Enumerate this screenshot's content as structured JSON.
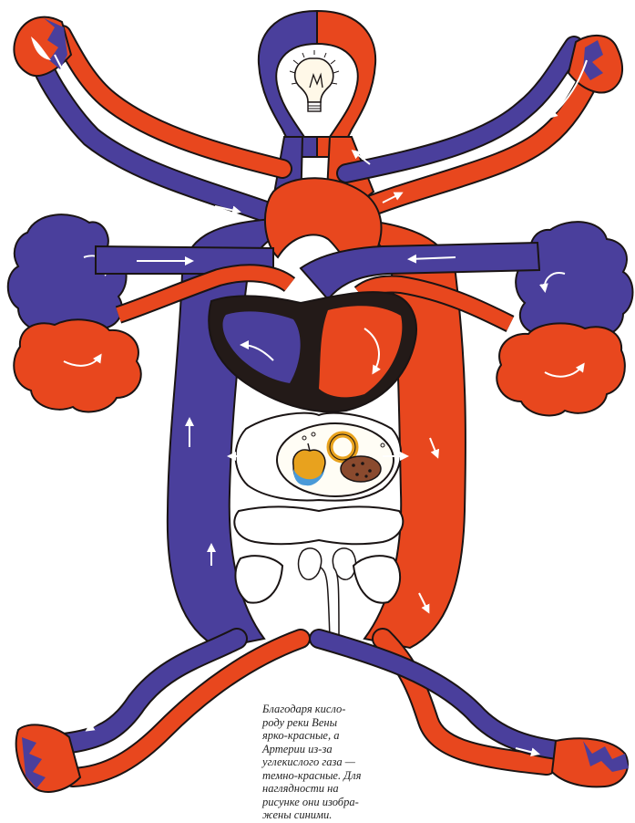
{
  "caption": {
    "lines": [
      "Благодаря кисло-",
      "роду реки Вены",
      "ярко-красные, а",
      "Артерии из-за",
      "углекислого газа —",
      "темно-красные. Для",
      "наглядности на",
      "рисунке они изобра-",
      "жены синими."
    ]
  },
  "colors": {
    "oxygenated": "#e8471e",
    "deoxygenated": "#4a3f9c",
    "heart_dark": "#231a18",
    "outline": "#1a1414",
    "arrows": "#ffffff",
    "bulb_fill": "#fff8e8",
    "food_plate": "#fffdf5"
  },
  "icons": {
    "head": "light-bulb-icon",
    "stomach": "food-plate-icon",
    "kidneys": "kidney-icon"
  }
}
